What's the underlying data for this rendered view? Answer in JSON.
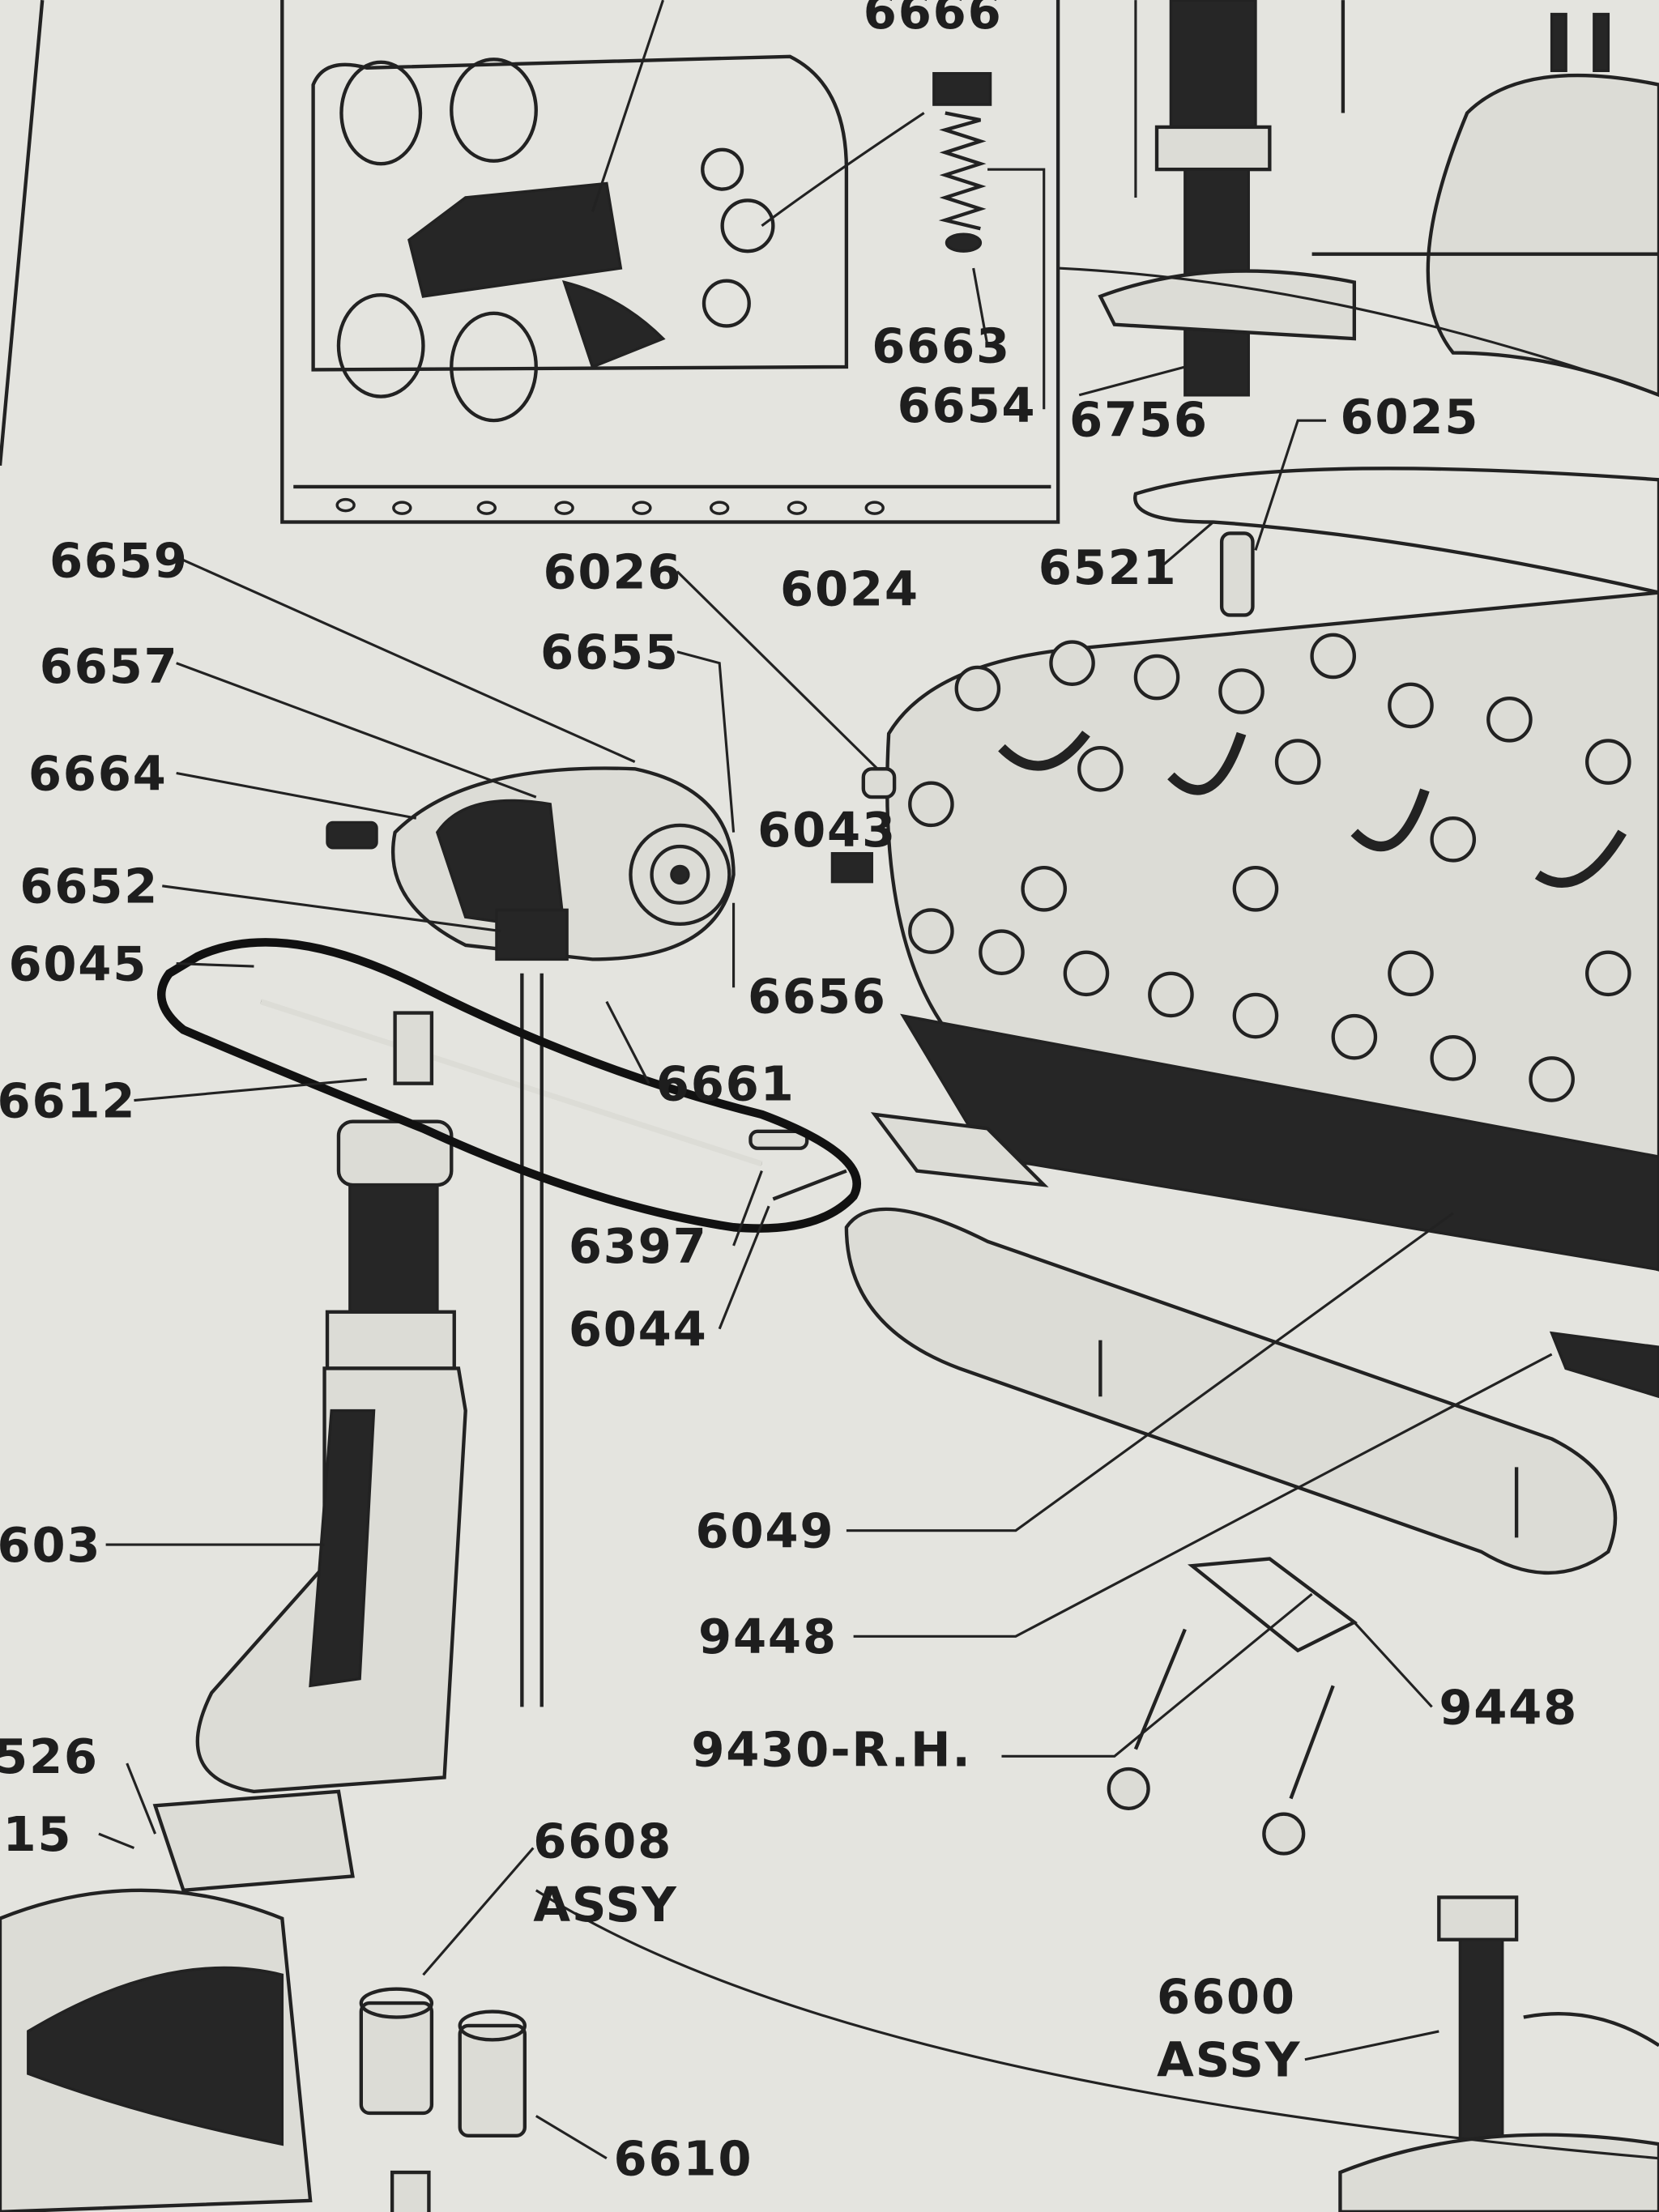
{
  "diagram": {
    "type": "exploded parts diagram",
    "part_labels": {
      "p6666": "6666",
      "p6663": "6663",
      "p6654": "6654",
      "p6756": "6756",
      "p6025": "6025",
      "p6521": "6521",
      "p6659": "6659",
      "p6026": "6026",
      "p6024": "6024",
      "p6657": "6657",
      "p6655": "6655",
      "p6664": "6664",
      "p6043": "6043",
      "p6652": "6652",
      "p6045": "6045",
      "p6656": "6656",
      "p6661": "6661",
      "p6612": "6612",
      "p6397": "6397",
      "p6044": "6044",
      "p6049": "6049",
      "p603": "603",
      "p9448a": "9448",
      "p9448b": "9448",
      "p9430": "9430-R.H.",
      "p526": "526",
      "p15": "15",
      "p6608": "6608",
      "p6608_sub": "ASSY",
      "p6600": "6600",
      "p6600_sub": "ASSY",
      "p6610": "6610"
    },
    "colors": {
      "paper": "#e4e4df",
      "ink": "#222222"
    }
  }
}
